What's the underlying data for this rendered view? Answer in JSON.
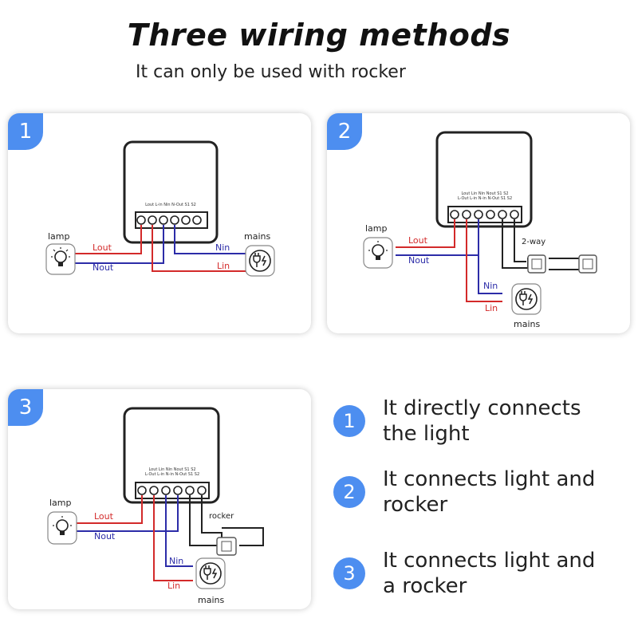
{
  "header": {
    "title": "Three wiring methods",
    "subtitle": "It can only be used with rocker"
  },
  "colors": {
    "accent": "#4d8ef0",
    "live": "#d32a2a",
    "neutral": "#2c2ca8"
  },
  "icons": [
    "lamp-icon",
    "plug-icon",
    "rocker-switch-icon",
    "two-way-switch-icon"
  ],
  "panels": [
    {
      "number": "1",
      "terminal_labels": "Lout L-in  Nin  N-Out  S1  S2",
      "lamp_label": "lamp",
      "mains_label": "mains",
      "lout": "Lout",
      "nout": "Nout",
      "nin": "Nin",
      "lin": "Lin"
    },
    {
      "number": "2",
      "terminal_labels_top": "Lout  Lin  Nin  Nout  S1  S2",
      "terminal_labels_bottom": "L-Out  L-in  N-in  N-Out  S1  S2",
      "lamp_label": "lamp",
      "mains_label": "mains",
      "switch_label": "2-way",
      "lout": "Lout",
      "nout": "Nout",
      "nin": "Nin",
      "lin": "Lin"
    },
    {
      "number": "3",
      "terminal_labels_top": "Lout  Lin  Nin  Nout  S1  S2",
      "terminal_labels_bottom": "L-Out  L-in  N-in  N-Out  S1  S2",
      "lamp_label": "lamp",
      "mains_label": "mains",
      "switch_label": "rocker",
      "lout": "Lout",
      "nout": "Nout",
      "nin": "Nin",
      "lin": "Lin"
    }
  ],
  "legend": [
    {
      "number": "1",
      "text": "It directly connects the light"
    },
    {
      "number": "2",
      "text": "It connects light and rocker"
    },
    {
      "number": "3",
      "text": "It connects light and a rocker"
    }
  ]
}
